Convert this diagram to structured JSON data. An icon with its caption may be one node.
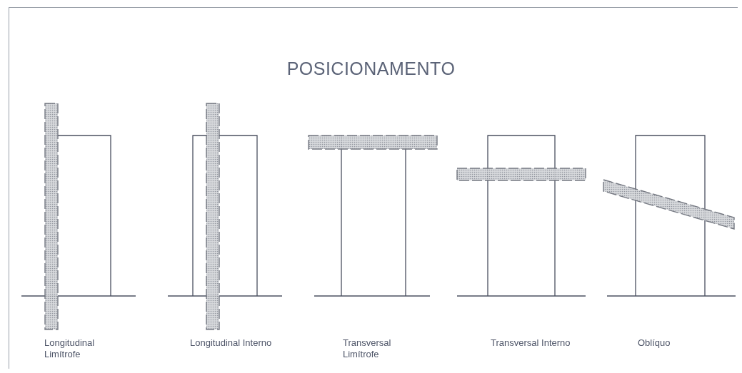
{
  "diagram": {
    "title": "POSICIONAMENTO",
    "labels": [
      "Longitudinal Limítrofe",
      "Longitudinal Interno",
      "Transversal Limítrofe",
      "Transversal Interno",
      "Oblíquo"
    ]
  }
}
